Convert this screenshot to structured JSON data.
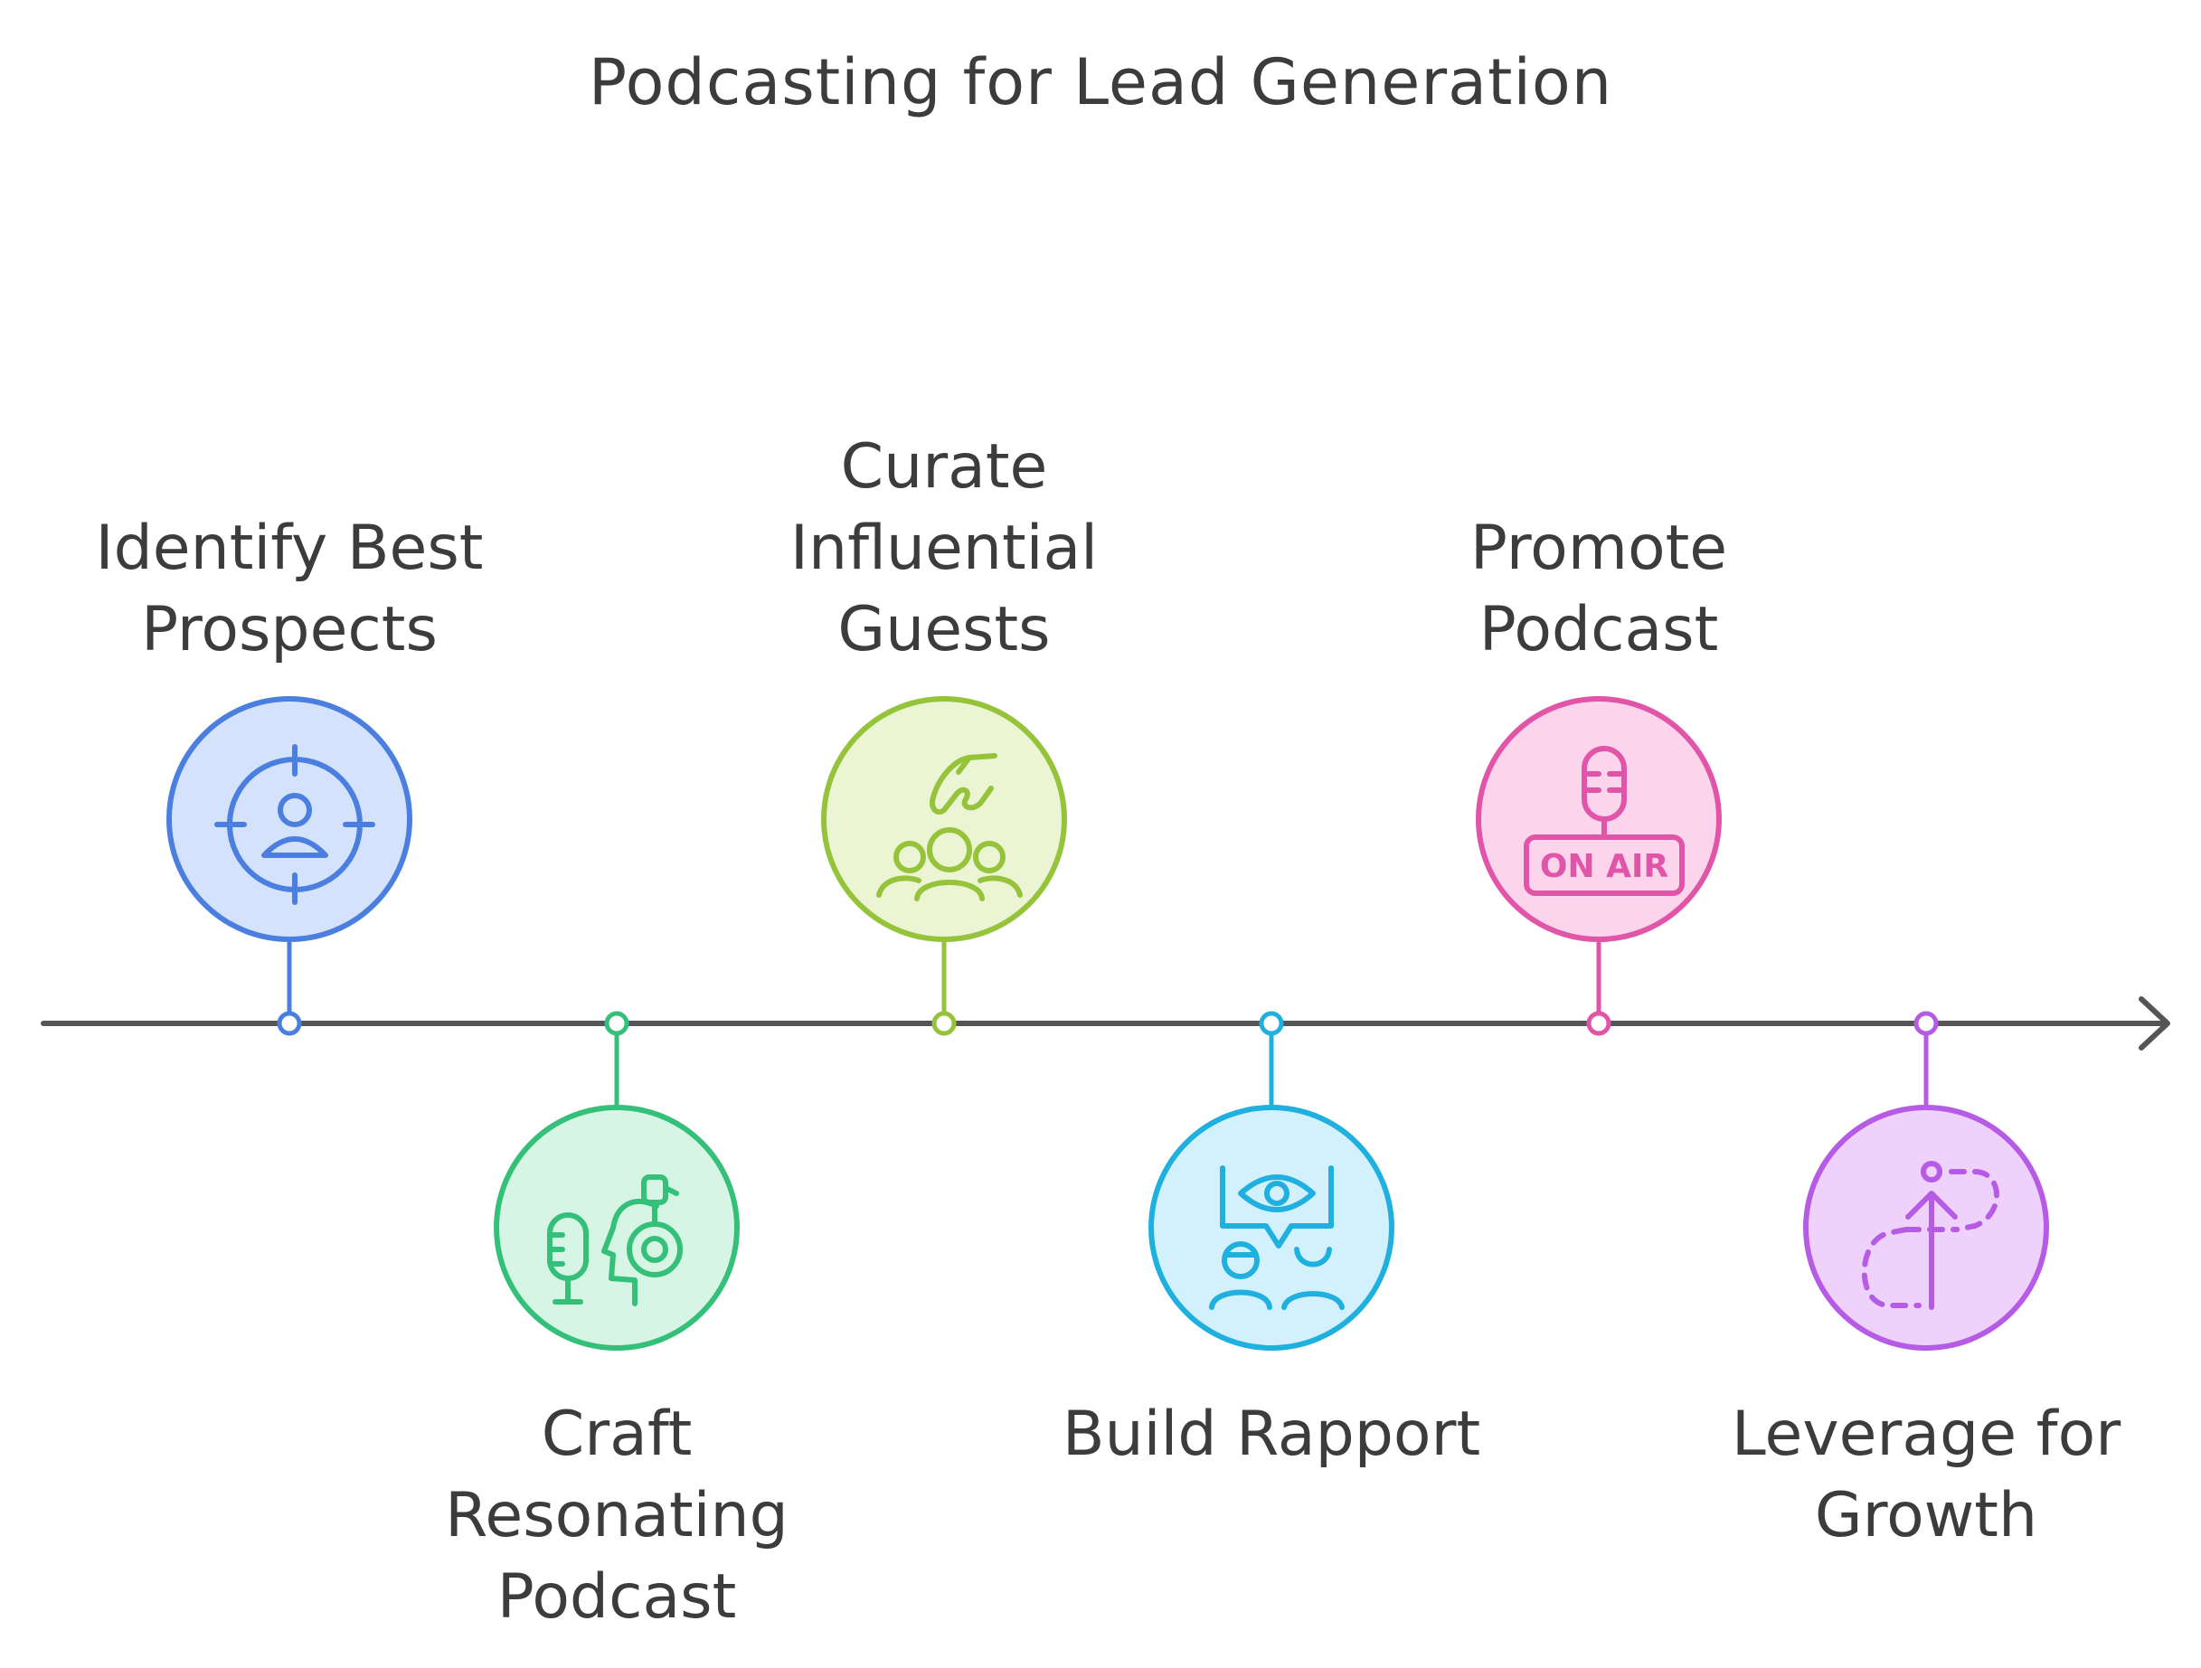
{
  "title": "Podcasting for Lead Generation",
  "steps": [
    {
      "label": "Identify Best\nProspects",
      "position": "above",
      "icon": "target-person-icon",
      "stroke": "#4a7fe0",
      "fill": "#d4e2fb"
    },
    {
      "label": "Craft\nResonating\nPodcast",
      "position": "below",
      "icon": "microphone-headphones-icon",
      "stroke": "#35c07a",
      "fill": "#d6f5e5"
    },
    {
      "label": "Curate\nInfluential\nGuests",
      "position": "above",
      "icon": "hand-group-icon",
      "stroke": "#95c33a",
      "fill": "#ebf5d4"
    },
    {
      "label": "Build Rapport",
      "position": "below",
      "icon": "eye-speech-people-icon",
      "stroke": "#1fb0e0",
      "fill": "#d2f1fc"
    },
    {
      "label": "Promote\nPodcast",
      "position": "above",
      "icon": "on-air-microphone-icon",
      "stroke": "#e055a8",
      "fill": "#fcd5ec",
      "badge_text": "ON AIR"
    },
    {
      "label": "Leverage for\nGrowth",
      "position": "below",
      "icon": "growth-path-icon",
      "stroke": "#b55be6",
      "fill": "#eed2fb"
    }
  ],
  "colors": {
    "axis": "#555555",
    "text": "#3c3c3c"
  }
}
